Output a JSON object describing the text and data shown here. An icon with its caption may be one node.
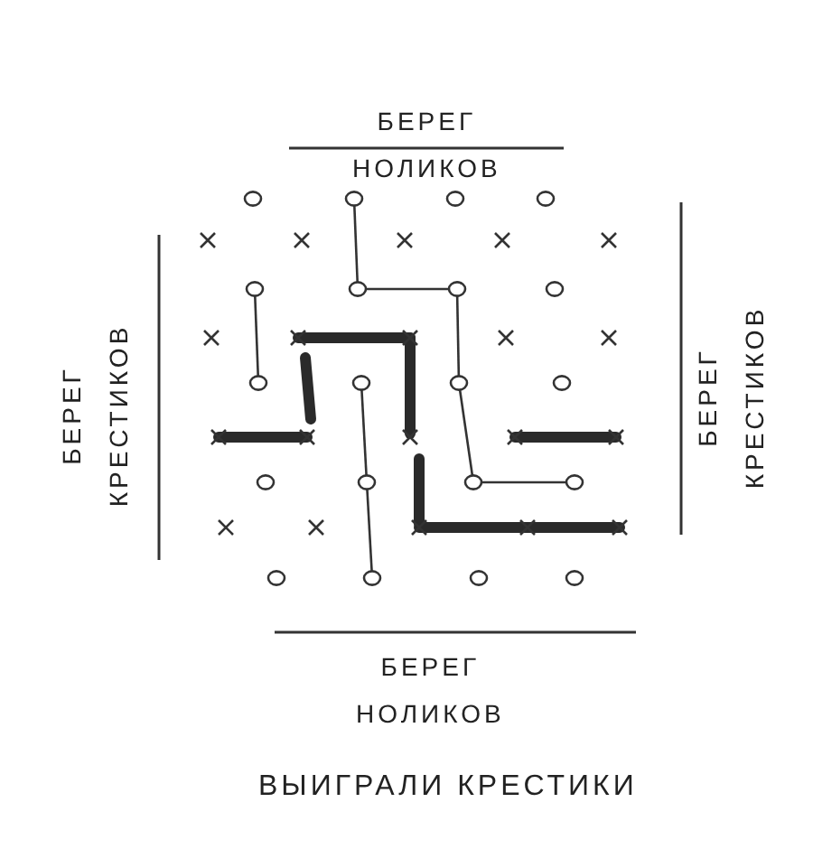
{
  "diagram": {
    "caption": "ВЫИГРАЛИ КРЕСТИКИ",
    "labels": [
      "БЕРЕГ НОЛИКОВ",
      "БЕРЕГ КРЕСТИКОВ",
      "БЕРЕГ КРЕСТИКОВ",
      "БЕРЕГ НОЛИКОВ"
    ]
  }
}
